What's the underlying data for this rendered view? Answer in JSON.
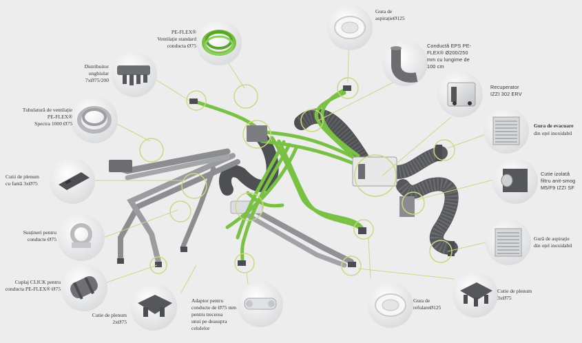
{
  "labels": {
    "peflex_tube": "PE-FLEX®\nVentilație standard\nconducta Ø75",
    "distributor": "Distribuitor\nunghiular\n7xØ75/200",
    "tubulatura": "Tubulatură de ventilație\nPE-FLEX®\nSpectra 1000 Ø75",
    "cutii_fanta": "Cutii de plenum\ncu fantă 3xØ75",
    "sustineri": "Susțineri pentru\nconducte Ø75",
    "cuplaj": "Cuplaj CLICK pentru\nconducta PE-FLEX® Ø75",
    "cutie_plenum_2": "Cutie de plenum\n2xØ75",
    "adaptor": "Adaptor pentru\nconducte de Ø75 mm\npentru trecerea\nunui pe deasupra\ncelulelor",
    "gura_refulare": "Gura de\nrefulareØ125",
    "cutie_plenum_3": "Cutie de plenum\n3xØ75",
    "gura_aspiratie_125": "Gura de\naspirațieØ125",
    "conducta_eps": "Conductă EPS PE-\nFLEX®     Ø200/250\nmm cu lungime de\n100 cm",
    "recuperator": "Recuperator\nIZZI 302 ERV",
    "gura_evacuare_title": "Gura de evacuare",
    "gura_evacuare_sub": "din oțel inoxidabil",
    "cutie_izolata": "Cutie izolată\nfiltru anit-smog\nM5/F9 IZZI SF",
    "gura_aspiratie_inox": "Gură de aspirație\ndin oțel inoxidabil"
  },
  "colors": {
    "green": "#79c143",
    "callout": "#c8d980",
    "duct_dark": "#4e5054",
    "duct_gray": "#8e9094",
    "background": "#ededee"
  },
  "icons": [
    "peflex-coil-icon",
    "distributor-icon",
    "spectra-coil-icon",
    "plenum-slot-icon",
    "pipe-support-icon",
    "click-coupling-icon",
    "plenum-2x-icon",
    "adaptor-icon",
    "round-grille-icon",
    "plenum-3x-icon",
    "round-grille-top-icon",
    "eps-elbow-icon",
    "recuperator-icon",
    "stainless-grille-icon",
    "antismog-box-icon",
    "stainless-grille-2-icon"
  ]
}
